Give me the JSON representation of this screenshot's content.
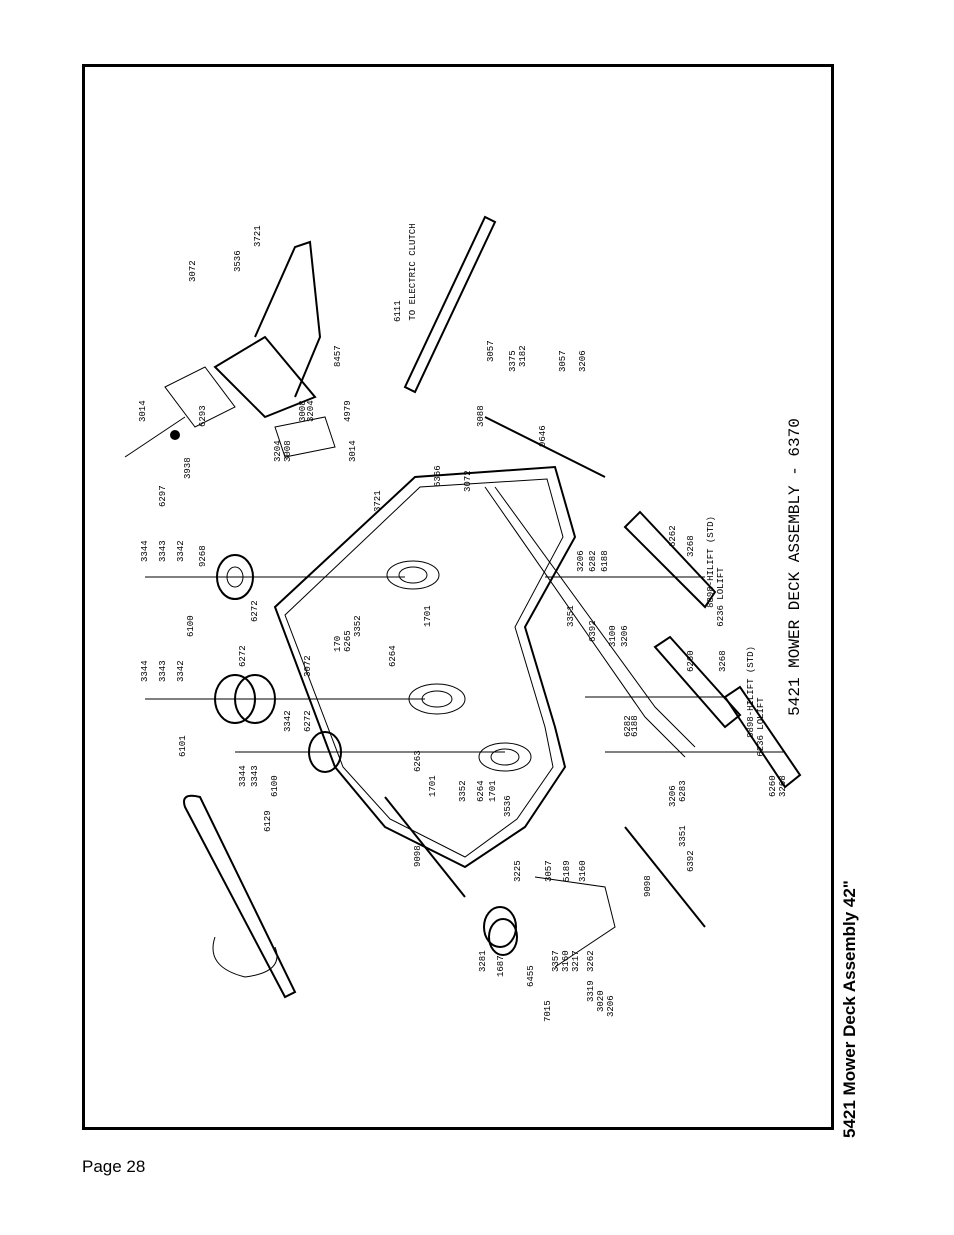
{
  "document": {
    "side_title": "5421 Mower Deck Assembly 42\"",
    "page_number": "Page 28",
    "diagram_title": "5421 MOWER DECK ASSEMBLY - 6370",
    "callouts": {
      "to_electric_clutch": "TO ELECTRIC CLUTCH",
      "hilift_std_a": "8898-HILIFT (STD)",
      "lolift_a": "6236 LOLIFT",
      "hilift_std_b": "8898-HILIFT (STD)",
      "lolift_b": "6236 LOLIFT"
    },
    "part_numbers": {
      "p3072a": "3072",
      "p3536a": "3536",
      "p3721a": "3721",
      "p8457": "8457",
      "p3014a": "3014",
      "p6293": "6293",
      "p3938": "3938",
      "p6297": "6297",
      "p3008a": "3008",
      "p3204a": "3204",
      "p4979": "4979",
      "p3204b": "3204",
      "p3008b": "3008",
      "p3014b": "3014",
      "p6111": "6111",
      "p3057a": "3057",
      "p3375": "3375",
      "p3182": "3182",
      "p3057b": "3057",
      "p3206a": "3206",
      "p3088": "3088",
      "p9646": "9646",
      "p6366": "6366",
      "p3072b": "3072",
      "p3721b": "3721",
      "p3344a": "3344",
      "p3343a": "3343",
      "p3342a": "3342",
      "p9268": "9268",
      "p6100a": "6100",
      "p6272a": "6272",
      "p170a": "170",
      "p6265": "6265",
      "p3352a": "3352",
      "p6264a": "6264",
      "p1701a": "1701",
      "p3206b": "3206",
      "p6282a": "6282",
      "p6188a": "6188",
      "p6262": "6262",
      "p3268a": "3268",
      "p3351a": "3351",
      "p6392a": "6392",
      "p3100a": "3100",
      "p3206c": "3206",
      "p3344b": "3344",
      "p3343b": "3343",
      "p3342b": "3342",
      "p6272b": "6272",
      "p6101": "6101",
      "p3072c": "3072",
      "p3342c": "3342",
      "p6272c": "6272",
      "p3344c": "3344",
      "p3343c": "3343",
      "p6100b": "6100",
      "p6260a": "6260",
      "p3268b": "3268",
      "p6282b": "6282",
      "p6188b": "6188",
      "p6283": "6283",
      "p3206d": "3206",
      "p6260b": "6260",
      "p3268c": "3268",
      "p1701b": "1701",
      "p6263": "6263",
      "p3352b": "3352",
      "p6264b": "6264",
      "p1701c": "1701",
      "p3536b": "3536",
      "p6129": "6129",
      "p9098a": "9098",
      "p9098b": "9098",
      "p3351b": "3351",
      "p6392b": "6392",
      "p3225": "3225",
      "p3057c": "3057",
      "p5189": "5189",
      "p3160": "3160",
      "p3357": "3357",
      "p3160b": "3160",
      "p3217": "3217",
      "p3262": "3262",
      "p3281": "3281",
      "p1687": "1687",
      "p6455": "6455",
      "p7015": "7015",
      "p3319": "3319",
      "p3020": "3020",
      "p3206e": "3206"
    }
  }
}
